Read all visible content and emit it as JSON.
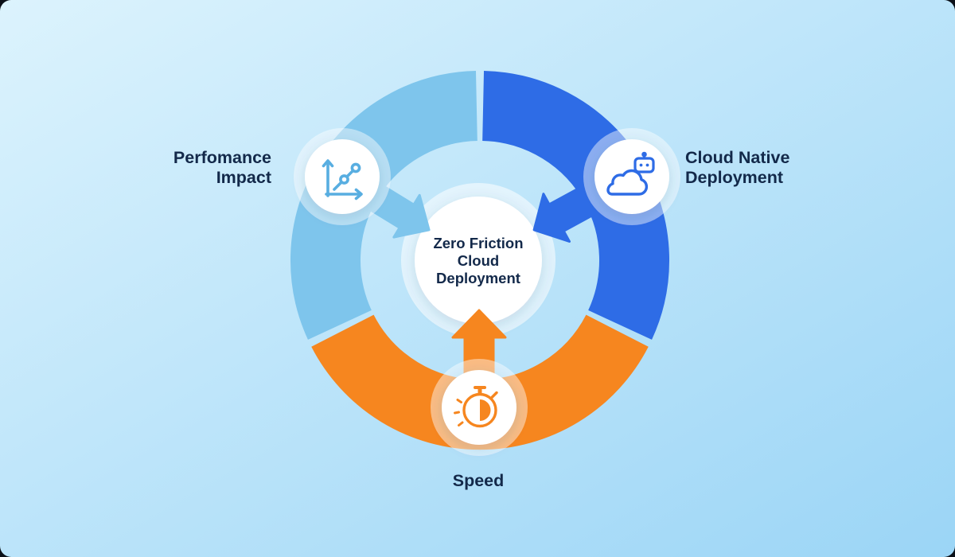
{
  "background": {
    "start": "#dcf3fd",
    "end": "#9bd5f6"
  },
  "colors": {
    "segment_blue": "#2e6ce6",
    "segment_light_blue": "#7ec5ec",
    "segment_orange": "#f6861f",
    "icon_light_blue": "#58aee1",
    "icon_blue": "#2e6ce6",
    "icon_orange": "#f6861f",
    "text_dark": "#13294a"
  },
  "center": {
    "line1": "Zero Friction",
    "line2": "Cloud",
    "line3": "Deployment"
  },
  "labels": {
    "performance_line1": "Perfomance",
    "performance_line2": "Impact",
    "cloud_line1": "Cloud Native",
    "cloud_line2": "Deployment",
    "speed": "Speed"
  },
  "icons": {
    "performance": "line-chart-icon",
    "cloud": "cloud-robot-icon",
    "speed": "stopwatch-icon"
  }
}
